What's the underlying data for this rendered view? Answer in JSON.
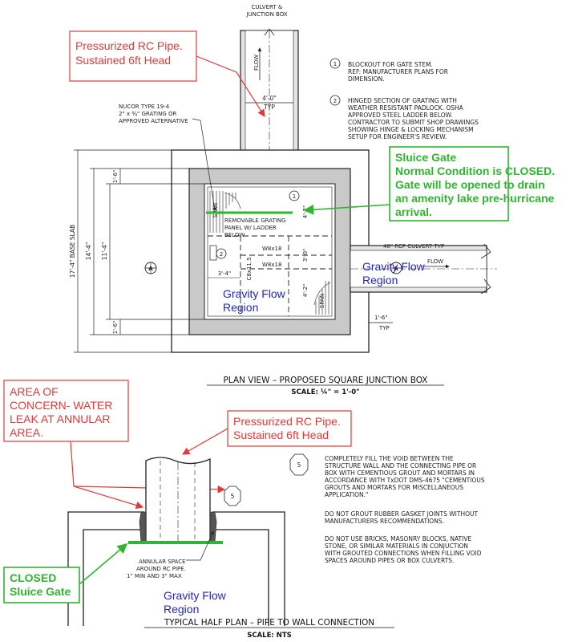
{
  "top_label": [
    "CULVERT &",
    "JUNCTION BOX"
  ],
  "flow_label": "FLOW",
  "dim_4_0": "4'-0\"",
  "typ": "TYP",
  "notes": [
    {
      "num": "1",
      "lines": [
        "BLOCKOUT FOR GATE STEM.",
        "REF: MANUFACTURER PLANS FOR",
        "DIMENSION."
      ]
    },
    {
      "num": "2",
      "lines": [
        "HINGED SECTION OF GRATING WITH",
        "WEATHER RESISTANT PADLOCK. OSHA",
        "APPROVED STEEL LADDER BELOW.",
        "CONTRACTOR TO SUBMIT SHOP DRAWINGS",
        "SHOWING HINGE & LOCKING MECHANISM",
        "SETUP FOR ENGINEER'S REVIEW."
      ]
    }
  ],
  "nucor_label": [
    "NUCOR TYPE 19-4",
    "2\" x ¾\" GRATING OR",
    "APPROVED ALTERNATIVE"
  ],
  "red_notes": {
    "top": [
      "Pressurized RC Pipe.",
      "Sustained 6ft Head"
    ],
    "concern": [
      "AREA OF",
      "CONCERN- WATER",
      "LEAK AT ANNULAR",
      "AREA."
    ],
    "bottom": [
      "Pressurized RC Pipe.",
      "Sustained 6ft Head"
    ]
  },
  "green_notes": {
    "sluice": [
      "Sluice Gate",
      "Normal Condition is CLOSED.",
      "Gate will be opened to drain",
      "an amenity lake pre-hurricane",
      "arrival."
    ],
    "closed": [
      "CLOSED",
      "Sluice Gate"
    ]
  },
  "blue_notes": {
    "plan_region": [
      "Gravity Flow",
      "Region"
    ],
    "culvert_region": [
      "Gravity Flow",
      "Region"
    ],
    "half_region": [
      "Gravity Flow",
      "Region"
    ]
  },
  "plan_labels": {
    "removable": [
      "REMOVABLE GRATING",
      "PANEL W/ LADDER",
      "BELOW"
    ],
    "w8_top": "W8x18",
    "w8_bottom": "W8x18",
    "c8": "C8x11.5",
    "dim_3_0": "3'-0\"",
    "dim_3_4": "3'-4\"",
    "dim_4_2_top": "4'-2\"",
    "dim_4_2_bot": "4'-2\"",
    "dim_1_6_top": "1'-6\"",
    "dim_1_6_bot": "1'-6\"",
    "dim_11_4": "11'-4\"",
    "dim_14_4": "14'-4\"",
    "dim_17_4": "17'-4\" BASE SLAB",
    "dim_1_6_right": "1'-6\"",
    "typ_right": "TYP",
    "culvert": "48\" RCP CULVERT TYP",
    "flow_right": "FLOW",
    "span": "SPAN",
    "section_a": "A",
    "note_one": "1",
    "note_two": "2"
  },
  "plan_title": "PLAN VIEW – PROPOSED SQUARE JUNCTION BOX",
  "plan_scale": "SCALE: ¼\" = 1'-0\"",
  "note5": {
    "num": "5",
    "paras": [
      [
        "COMPLETELY FILL THE VOID BETWEEN THE",
        "STRUCTURE WALL AND THE CONNECTING PIPE OR",
        "BOX WITH CEMENTIOUS GROUT AND MORTARS IN",
        "ACCORDANCE WITH TxDOT DMS-4675 \"CEMENTIOUS",
        "GROUTS AND MORTARS FOR MISCELLANEOUS",
        "APPLICATION.\""
      ],
      [
        "DO NOT GROUT RUBBER GASKET JOINTS WITHOUT",
        "MANUFACTURERS RECOMMENDATIONS."
      ],
      [
        "DO NOT USE BRICKS, MASONRY BLOCKS, NATIVE",
        "STONE, OR SIMILAR MATERIALS IN CONJUCTION",
        "WITH GROUTED CONNECTIONS WHEN FILLING VOID",
        "SPACES AROUND PIPES OR BOX CULVERTS."
      ]
    ]
  },
  "annular_label": [
    "ANNULAR SPACE",
    "AROUND RC PIPE.",
    "1\" MIN AND 3\" MAX"
  ],
  "half_title": "TYPICAL HALF PLAN – PIPE TO WALL CONNECTION",
  "half_scale": "SCALE: NTS",
  "colors": {
    "red": "#e23a3a",
    "green": "#2fb52f",
    "blue": "#2424c8",
    "wall": "#c9c9c9",
    "line": "#222222"
  }
}
